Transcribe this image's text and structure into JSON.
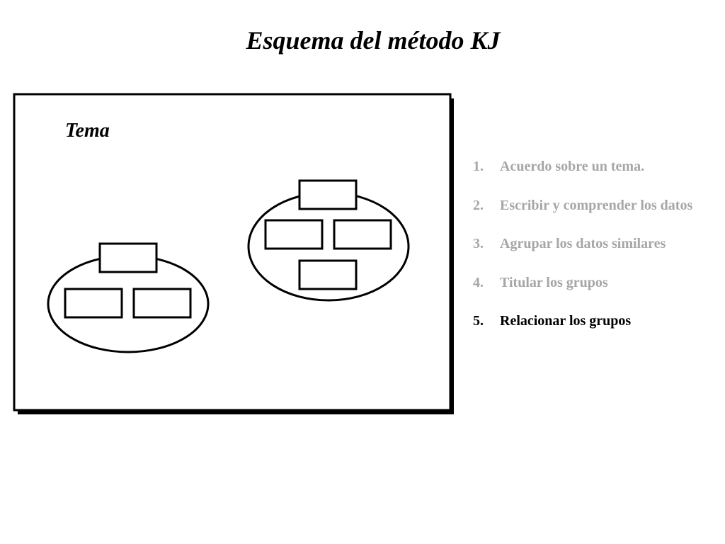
{
  "title": "Esquema del método KJ",
  "diagram": {
    "topic_label": "Tema"
  },
  "steps": [
    {
      "number": "1.",
      "label": "Acuerdo sobre un tema.",
      "current": false
    },
    {
      "number": "2.",
      "label": "Escribir y comprender los datos",
      "current": false
    },
    {
      "number": "3.",
      "label": "Agrupar los datos similares",
      "current": false
    },
    {
      "number": "4.",
      "label": "Titular los grupos",
      "current": false
    },
    {
      "number": "5.",
      "label": "Relacionar los grupos",
      "current": true
    }
  ],
  "colors": {
    "text": "#000000",
    "inactive_step": "#a6a6a6",
    "background": "#ffffff"
  }
}
